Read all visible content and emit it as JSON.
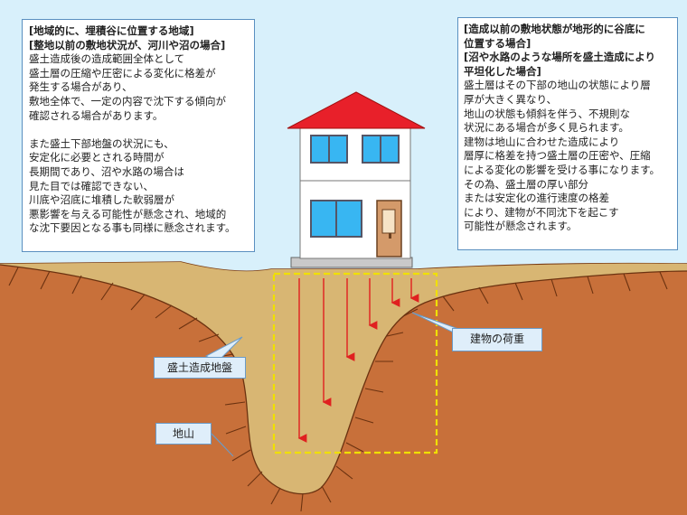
{
  "left_box": {
    "heading": [
      "[地域的に、埋積谷に位置する地域]",
      "[整地以前の敷地状況が、河川や沼の場合]"
    ],
    "lines": [
      "盛土造成後の造成範囲全体として",
      "盛土層の圧縮や圧密による変化に格差が",
      "発生する場合があり、",
      "敷地全体で、一定の内容で沈下する傾向が",
      "確認される場合があります。",
      "",
      "また盛土下部地盤の状況にも、",
      "安定化に必要とされる時間が",
      "長期間であり、沼や水路の場合は",
      "見た目では確認できない、",
      "川底や沼底に堆積した軟弱層が",
      "悪影響を与える可能性が懸念され、地域的",
      "な沈下要因となる事も同様に懸念されます。"
    ]
  },
  "right_box": {
    "heading": [
      "[造成以前の敷地状態が地形的に谷底に",
      "位置する場合]",
      "[沼や水路のような場所を盛土造成により",
      "平坦化した場合]"
    ],
    "lines": [
      "盛土層はその下部の地山の状態により層",
      "厚が大きく異なり、",
      "地山の状態も傾斜を伴う、不規則な",
      "状況にある場合が多く見られます。",
      "建物は地山に合わせた造成により",
      "層厚に格差を持つ盛土層の圧密や、圧縮",
      "による変化の影響を受ける事になります。",
      "その為、盛土層の厚い部分",
      "または安定化の進行速度の格差",
      "により、建物が不同沈下を起こす",
      "可能性が懸念されます。"
    ]
  },
  "labels": {
    "fill_ground": "盛土造成地盤",
    "natural_ground": "地山",
    "building_load": "建物の荷重"
  },
  "colors": {
    "sky": "#d8f0fb",
    "natural_ground": "#c8703a",
    "fill_ground": "#d8b673",
    "roof": "#e8202a",
    "load_arrow": "#e02020",
    "highlight_box": "#f0e000",
    "label_bg": "#dfeefa"
  }
}
